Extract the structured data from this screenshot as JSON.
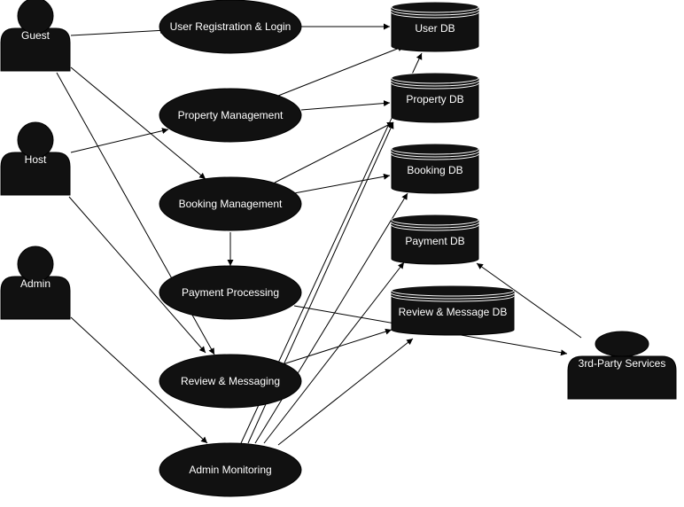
{
  "actors": [
    {
      "id": "guest",
      "label": "Guest"
    },
    {
      "id": "host",
      "label": "Host"
    },
    {
      "id": "admin",
      "label": "Admin"
    },
    {
      "id": "third",
      "label": "3rd-Party Services"
    }
  ],
  "processes": [
    {
      "id": "reg",
      "label": "User Registration & Login"
    },
    {
      "id": "prop",
      "label": "Property Management"
    },
    {
      "id": "book",
      "label": "Booking Management"
    },
    {
      "id": "pay",
      "label": "Payment Processing"
    },
    {
      "id": "rev",
      "label": "Review & Messaging"
    },
    {
      "id": "adm",
      "label": "Admin Monitoring"
    }
  ],
  "stores": [
    {
      "id": "userdb",
      "label": "User DB"
    },
    {
      "id": "propdb",
      "label": "Property DB"
    },
    {
      "id": "bookdb",
      "label": "Booking DB"
    },
    {
      "id": "paydb",
      "label": "Payment DB"
    },
    {
      "id": "revdb",
      "label": "Review & Message DB"
    }
  ],
  "connections": [
    {
      "from": "guest",
      "to": "reg",
      "arrow": true
    },
    {
      "from": "reg",
      "to": "userdb",
      "arrow": true
    },
    {
      "from": "guest",
      "to": "book",
      "arrow": true
    },
    {
      "from": "guest",
      "to": "rev",
      "arrow": true
    },
    {
      "from": "host",
      "to": "prop",
      "arrow": true
    },
    {
      "from": "host",
      "to": "rev",
      "arrow": true
    },
    {
      "from": "admin",
      "to": "adm",
      "arrow": true
    },
    {
      "from": "prop",
      "to": "userdb",
      "arrow": true
    },
    {
      "from": "prop",
      "to": "propdb",
      "arrow": true
    },
    {
      "from": "book",
      "to": "propdb",
      "arrow": true
    },
    {
      "from": "book",
      "to": "bookdb",
      "arrow": true
    },
    {
      "from": "book",
      "to": "pay",
      "arrow": true
    },
    {
      "from": "pay",
      "to": "third",
      "arrow": true
    },
    {
      "from": "third",
      "to": "paydb",
      "arrow": true
    },
    {
      "from": "rev",
      "to": "revdb",
      "arrow": true
    },
    {
      "from": "adm",
      "to": "userdb",
      "arrow": true
    },
    {
      "from": "adm",
      "to": "propdb",
      "arrow": true
    },
    {
      "from": "adm",
      "to": "bookdb",
      "arrow": true
    },
    {
      "from": "adm",
      "to": "paydb",
      "arrow": true
    },
    {
      "from": "adm",
      "to": "revdb",
      "arrow": true
    }
  ]
}
